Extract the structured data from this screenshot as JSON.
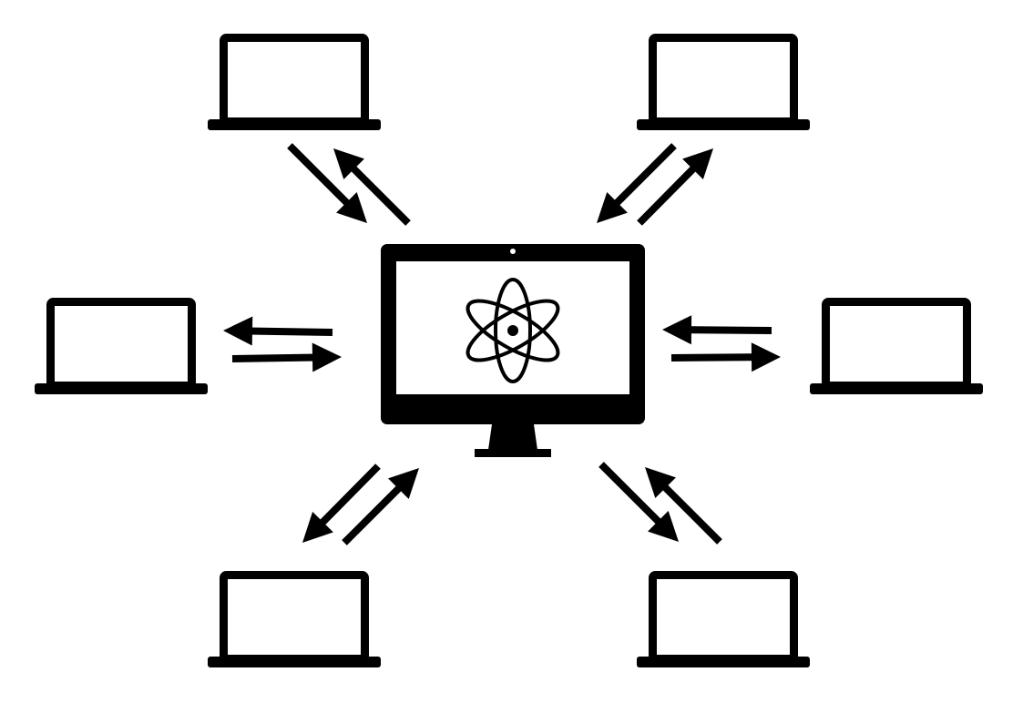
{
  "diagram": {
    "center_node": "desktop-monitor-with-atom",
    "client_count": 6,
    "connection": "bidirectional"
  },
  "colors": {
    "stroke": "#000000",
    "background": "#ffffff"
  }
}
